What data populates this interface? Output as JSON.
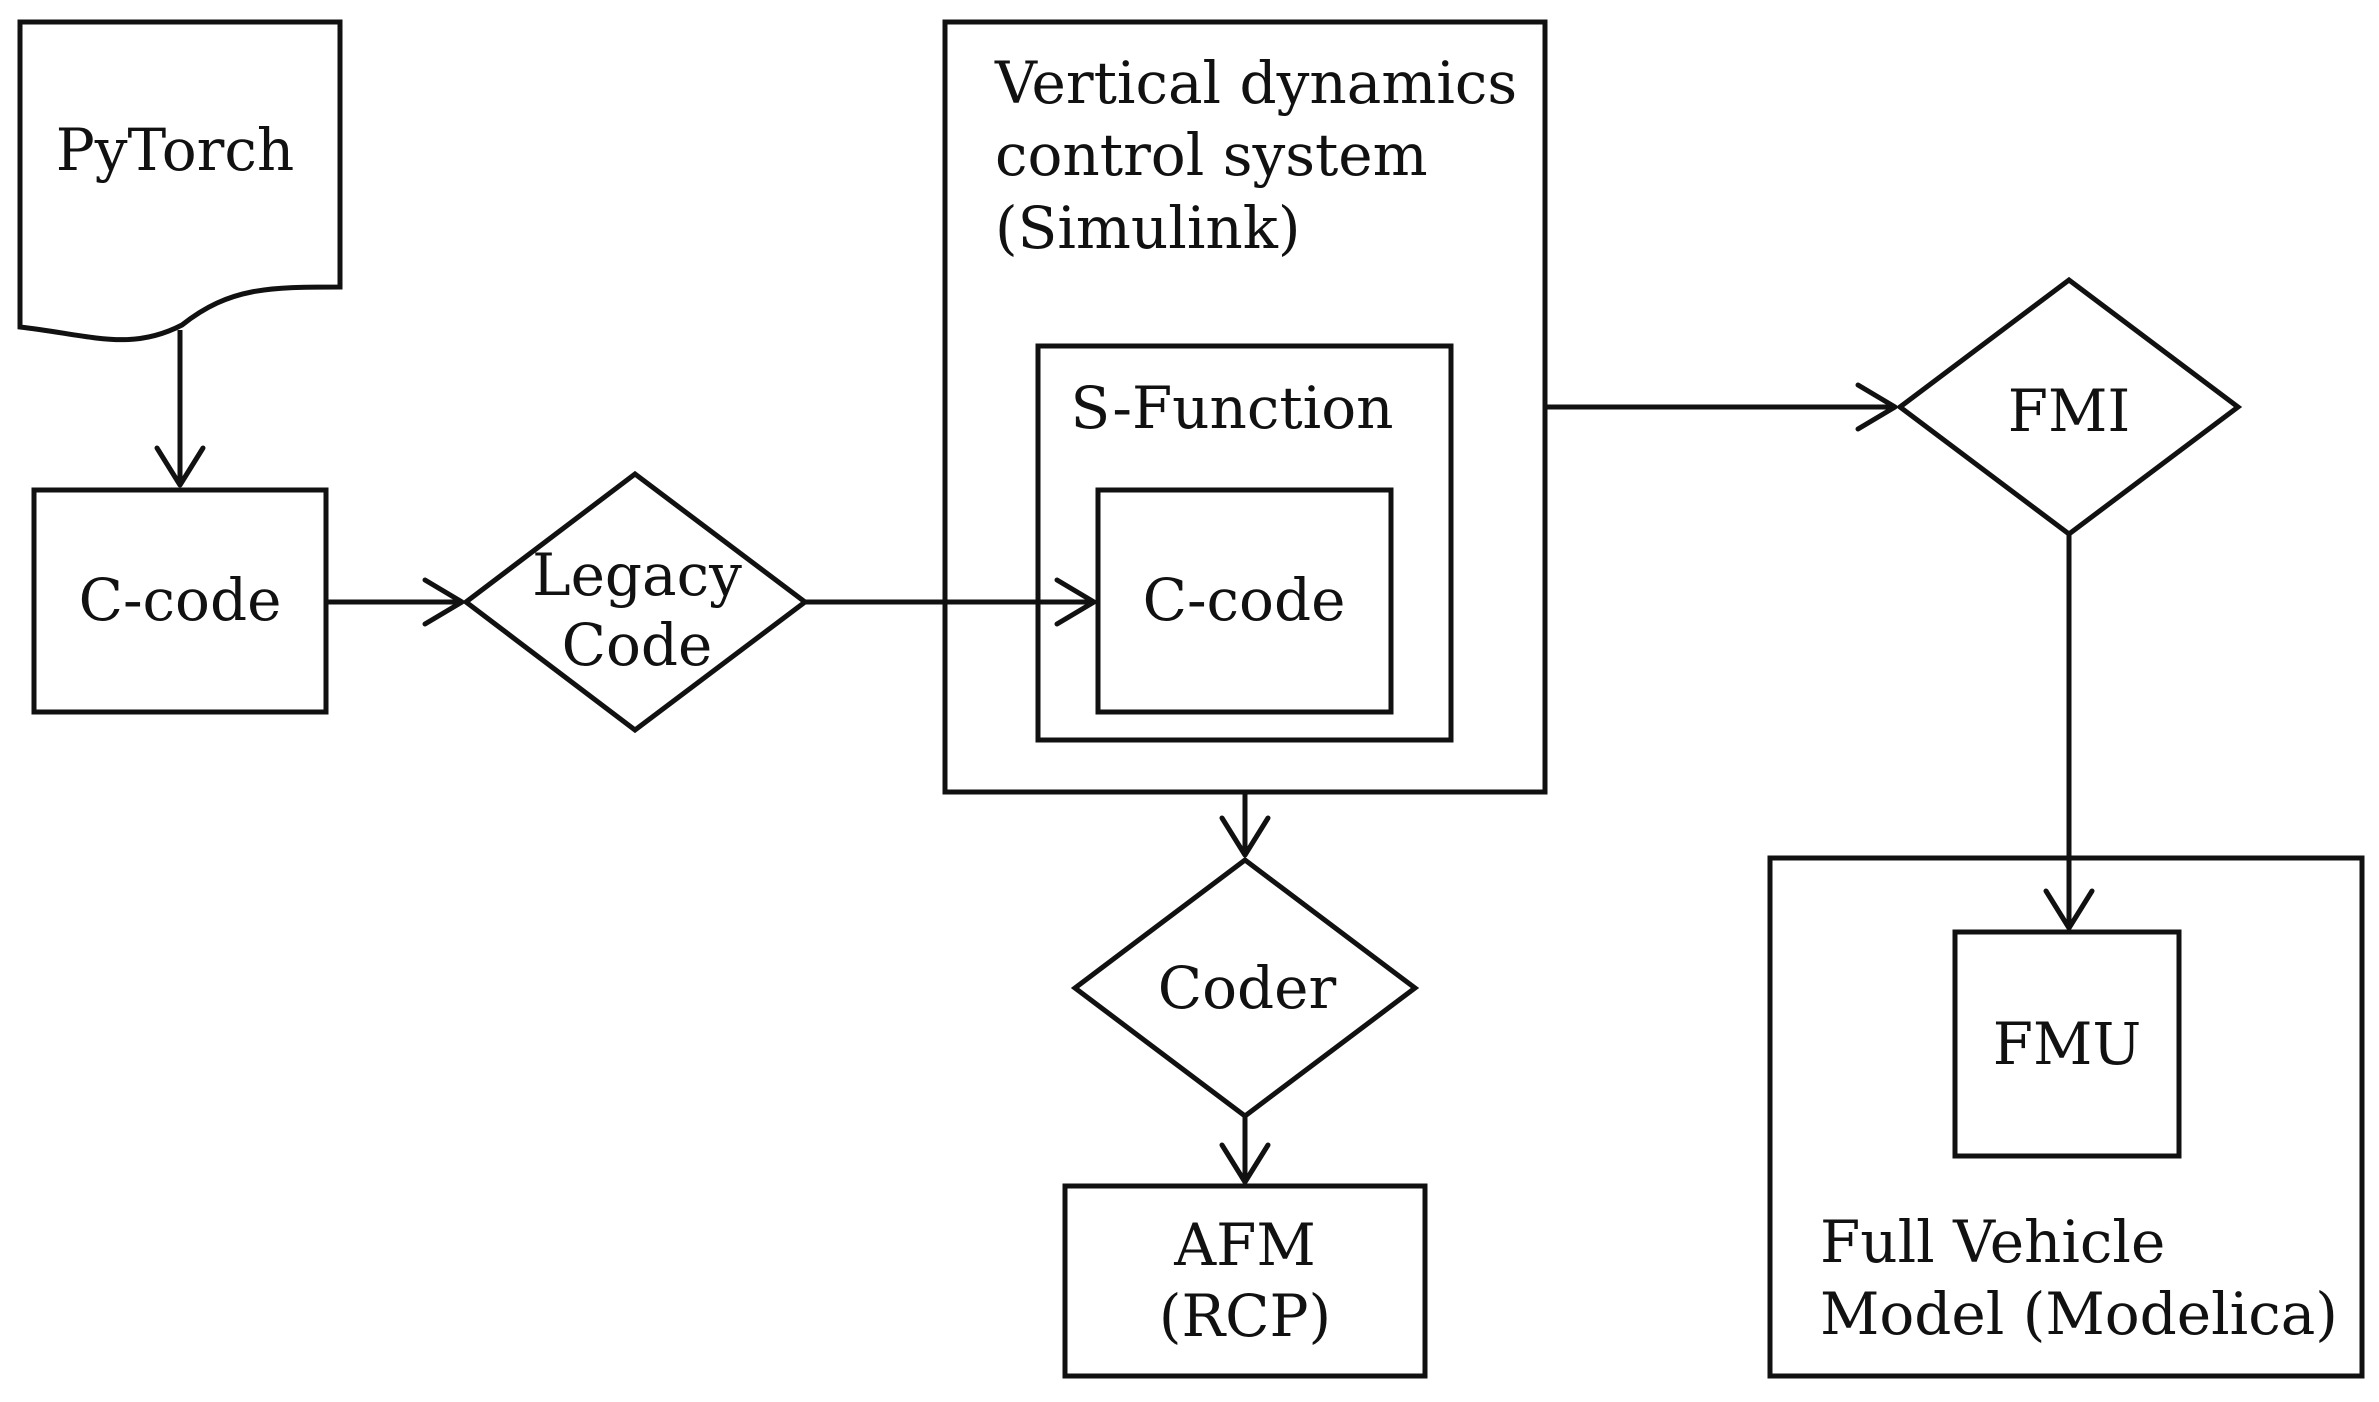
{
  "nodes": {
    "pytorch": {
      "label": "PyTorch"
    },
    "c_code_left": {
      "label": "C-code"
    },
    "legacy_code": {
      "line1": "Legacy",
      "line2": "Code"
    },
    "simulink_system": {
      "line1": "Vertical dynamics",
      "line2": "control system",
      "line3": "(Simulink)"
    },
    "s_function": {
      "label": "S-Function"
    },
    "c_code_inner": {
      "label": "C-code"
    },
    "fmi": {
      "label": "FMI"
    },
    "coder": {
      "label": "Coder"
    },
    "afm": {
      "line1": "AFM",
      "line2": "(RCP)"
    },
    "fmu": {
      "label": "FMU"
    },
    "vehicle_model": {
      "line1": "Full Vehicle",
      "line2": "Model (Modelica)"
    }
  },
  "colors": {
    "stroke": "#111111",
    "background": "#ffffff"
  }
}
